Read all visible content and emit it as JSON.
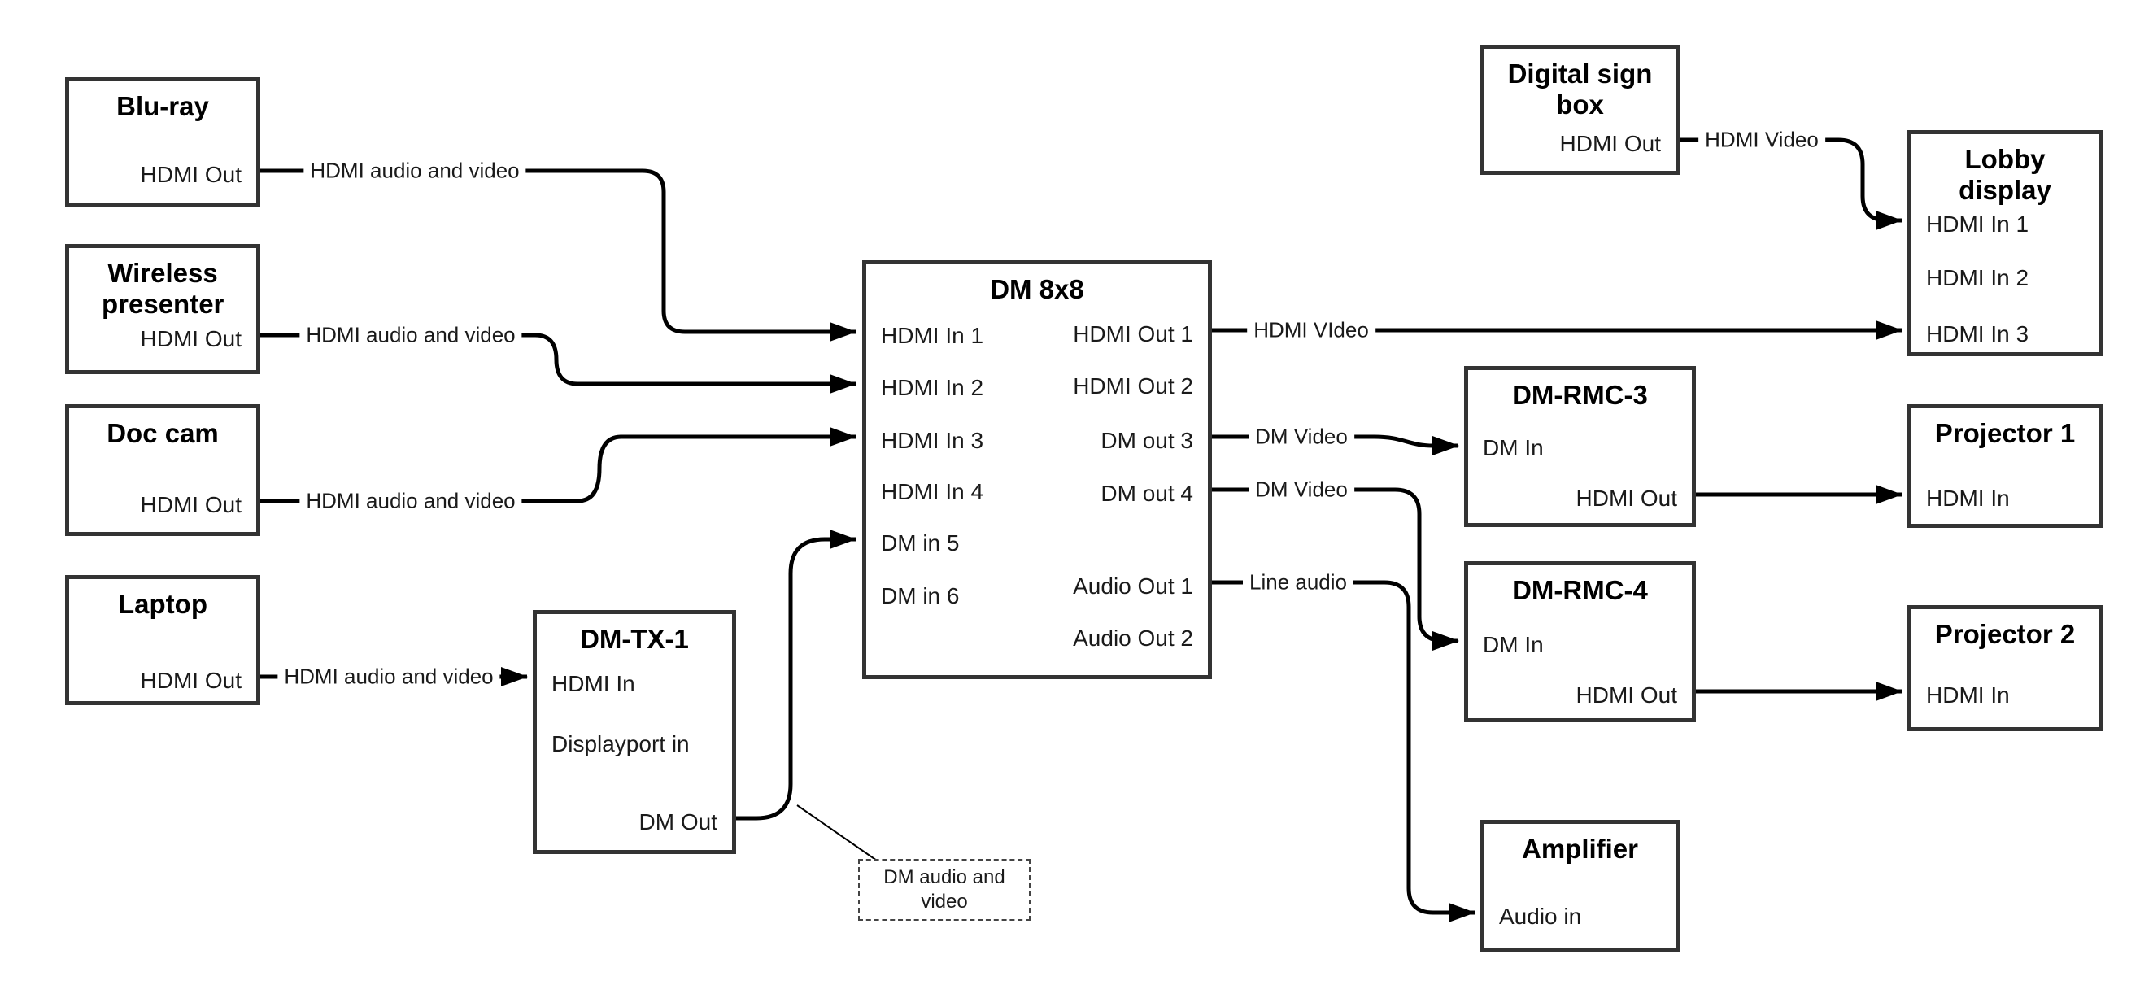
{
  "nodes": {
    "bluray": {
      "title": "Blu-ray",
      "port": "HDMI Out"
    },
    "wireless": {
      "title": "Wireless presenter",
      "port": "HDMI Out"
    },
    "doccam": {
      "title": "Doc cam",
      "port": "HDMI Out"
    },
    "laptop": {
      "title": "Laptop",
      "port": "HDMI Out"
    },
    "dmtx1": {
      "title": "DM-TX-1",
      "ports": {
        "hdmi_in": "HDMI In",
        "dp_in": "Displayport in",
        "dm_out": "DM Out"
      }
    },
    "dm8x8": {
      "title": "DM 8x8",
      "inputs": [
        "HDMI In 1",
        "HDMI In 2",
        "HDMI In 3",
        "HDMI In 4",
        "DM in 5",
        "DM in 6"
      ],
      "outputs": [
        "HDMI Out 1",
        "HDMI Out 2",
        "DM out 3",
        "DM out 4",
        "Audio Out 1",
        "Audio Out 2"
      ]
    },
    "digital_sign": {
      "title": "Digital sign box",
      "port": "HDMI Out"
    },
    "lobby": {
      "title": "Lobby display",
      "inputs": [
        "HDMI In 1",
        "HDMI In 2",
        "HDMI In 3"
      ]
    },
    "rmc3": {
      "title": "DM-RMC-3",
      "ports": {
        "dm_in": "DM In",
        "hdmi_out": "HDMI Out"
      }
    },
    "proj1": {
      "title": "Projector 1",
      "port": "HDMI In"
    },
    "rmc4": {
      "title": "DM-RMC-4",
      "ports": {
        "dm_in": "DM In",
        "hdmi_out": "HDMI Out"
      }
    },
    "proj2": {
      "title": "Projector 2",
      "port": "HDMI In"
    },
    "amp": {
      "title": "Amplifier",
      "port": "Audio in"
    }
  },
  "edges": {
    "bluray_dm8x8": {
      "label": "HDMI audio and video"
    },
    "wireless_dm8x8": {
      "label": "HDMI audio and video"
    },
    "doccam_dm8x8": {
      "label": "HDMI audio and video"
    },
    "laptop_dmtx1": {
      "label": "HDMI audio and video"
    },
    "dm8x8_lobby": {
      "label": "HDMI VIdeo"
    },
    "dm8x8_rmc3": {
      "label": "DM Video"
    },
    "dm8x8_rmc4": {
      "label": "DM Video"
    },
    "dm8x8_amp": {
      "label": "Line audio"
    },
    "sign_lobby": {
      "label": "HDMI Video"
    },
    "callout": {
      "label": "DM audio and video"
    }
  },
  "colors": {
    "line": "#000000",
    "box_border": "#333333",
    "text": "#1a1a1a",
    "background": "#ffffff"
  }
}
